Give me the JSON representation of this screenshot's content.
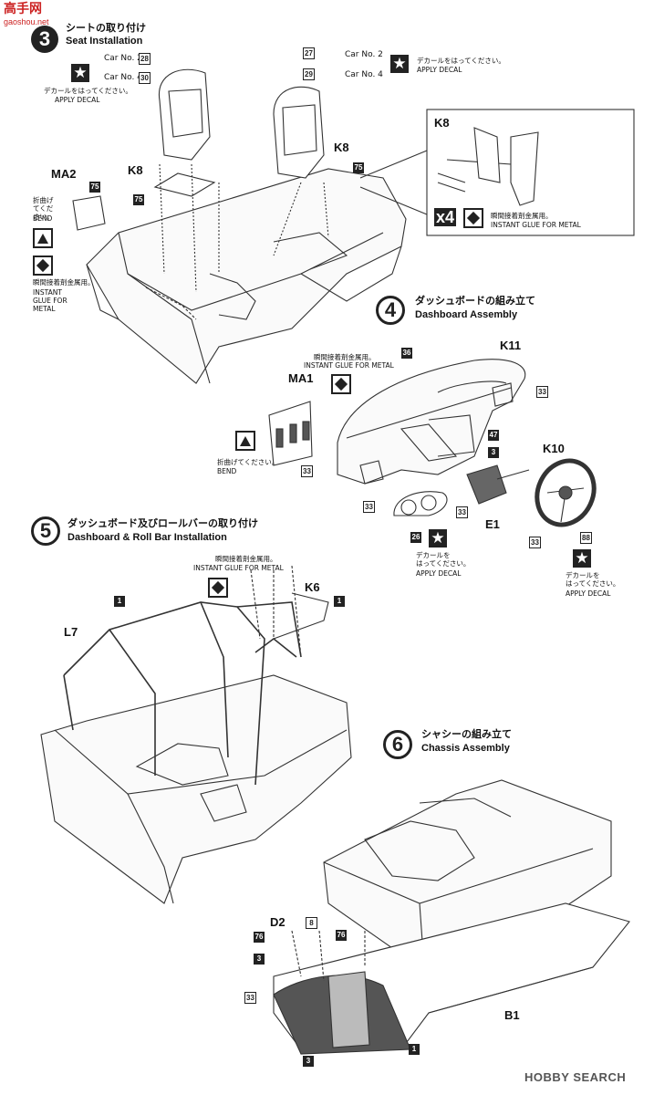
{
  "watermark": {
    "top": "高手网",
    "bottom": "gaoshou.net"
  },
  "step3": {
    "number": "3",
    "title_jp": "シートの取り付け",
    "title_en": "Seat Installation",
    "car2_label": "Car No. 2",
    "car2_part": "28",
    "car4_label": "Car No. 4",
    "car4_part": "30",
    "decal_jp": "デカールをはってください。",
    "decal_en": "APPLY DECAL",
    "right_car2_part": "27",
    "right_car2_label": "Car No. 2",
    "right_car4_part": "29",
    "right_car4_label": "Car No. 4",
    "right_decal_jp": "デカールをはってください。",
    "right_decal_en": "APPLY DECAL",
    "k8_a": "K8",
    "k8_b": "K8",
    "part75_a": "75",
    "part75_b": "75",
    "ma2": "MA2",
    "ma2_part": "75",
    "bend_jp": "折曲げてください。",
    "bend_en": "BEND",
    "glue_jp": "瞬間接着剤金属用。",
    "glue_en": "INSTANT GLUE FOR METAL",
    "inset_k8": "K8",
    "inset_x4": "x4",
    "inset_glue_jp": "瞬間接着剤金属用。",
    "inset_glue_en": "INSTANT GLUE FOR METAL"
  },
  "step4": {
    "number": "4",
    "title_jp": "ダッシュボードの組み立て",
    "title_en": "Dashboard Assembly",
    "ma1": "MA1",
    "glue_jp": "瞬間接着剤金属用。",
    "glue_en": "INSTANT GLUE FOR METAL",
    "bend_jp": "折曲げてください。",
    "bend_en": "BEND",
    "p36": "36",
    "k11": "K11",
    "p33_a": "33",
    "p47": "47",
    "p3": "3",
    "k10": "K10",
    "p33_b": "33",
    "p33_c": "33",
    "p33_d": "33",
    "p33_e": "33",
    "e1": "E1",
    "p26": "26",
    "decal_jp": "デカールを\nはってください。",
    "decal_en": "APPLY DECAL",
    "p88": "88",
    "decal2_jp": "デカールを\nはってください。",
    "decal2_en": "APPLY DECAL"
  },
  "step5": {
    "number": "5",
    "title_jp": "ダッシュボード及びロールバーの取り付け",
    "title_en": "Dashboard & Roll Bar Installation",
    "glue_jp": "瞬間接着剤金属用。",
    "glue_en": "INSTANT GLUE FOR METAL",
    "k6": "K6",
    "p1_a": "1",
    "p1_b": "1",
    "l7": "L7"
  },
  "step6": {
    "number": "6",
    "title_jp": "シャシーの組み立て",
    "title_en": "Chassis Assembly",
    "d2": "D2",
    "p8": "8",
    "p76_a": "76",
    "p76_b": "76",
    "p3_a": "3",
    "p33": "33",
    "p3_b": "3",
    "p1": "1",
    "b1": "B1"
  },
  "footer": {
    "brand": "HOBBY SEARCH"
  }
}
